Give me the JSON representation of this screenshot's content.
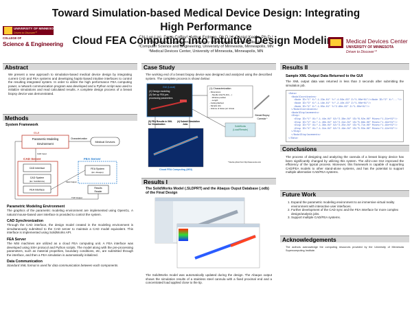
{
  "header": {
    "title_line1": "Toward Simulation-based Medical Device Design: Integrating High Performance",
    "title_line2": "Cloud FEA Computing into Intuitive Design Modeling",
    "authors": "Chi-Lun Lin¹, Dane Coffey², Arthur Erdman, Ph.D.¹,³, Daniel Keefe, Ph.D.²",
    "affil1": "¹Mechanical Engineering, University of Minnesota, Minneapolis, MN",
    "affil2": "²Computer Science and Engineering, University of Minnesota, Minneapolis, MN",
    "affil3": "³Medical Devices Center, University of Minnesota, Minneapolis, MN"
  },
  "logo_left": {
    "univ": "UNIVERSITY OF MINNESOTA",
    "tag": "Driven to Discover℠",
    "college": "COLLEGE OF",
    "college_name": "Science & Engineering"
  },
  "logo_right": {
    "center": "Medical Devices Center",
    "univ": "UNIVERSITY OF MINNESOTA",
    "tag": "Driven to Discover℠"
  },
  "abstract": {
    "heading": "Abstract",
    "text": "We present a new approach to simulation-based medical device design by integrating current CAD and FEA systems and developing haptic-based intuitive interfaces to control the resulting integrated system. In order to utilize the high performance FEA computing power, a network communication program was developed and a Python script was used to initialize simulations and read calculated results. A complete design process of a breast biopsy device was demonstrated."
  },
  "methods": {
    "heading": "Methods",
    "framework_label": "System Framework",
    "diagram": {
      "gui": "GUI",
      "pme": "Parametric Modeling Environment",
      "characterization": "Characterization",
      "medical_devices": "Medical Devices",
      "cad_server": "CAD Server",
      "fea_server": "FEA Server",
      "cad_interface": "CAD Interface",
      "cad_system": "CAD System (Ex: SolidWorks)",
      "fea_interface": "FEA Interface",
      "fea_system": "FEA System (Ex: Abaqus)",
      "results_reader": "Results Reader",
      "cad_input": "CAD Input",
      "fea_output": "FEA Output",
      "tcp_output": "TCP Output"
    },
    "pme_h": "Parametric Modeling Environment",
    "pme_t": "The graphics of the parametric modeling environment are implemented using OpenGL. A natural mouse-based user interface is provided to control the system.",
    "cad_h": "CAD Synchronization",
    "cad_t": "Through the CAD interface, the design model created in the modeling environment is simultaneously submitted to the CAD server to maintain a CAD model equivalent. This interface is implemented using SolidWorks API.",
    "fea_h": "FEA Server",
    "fea_t": "The MSI machines are utilized as a cloud FEA computing unit. A FEA interface was developed using SSH protocol and Python scripts. The model along with the pre-processing parameters, such as material properties, boundary conditions, etc, are submitted through the interface, and then a FEA simulation is automatically initialized.",
    "data_h": "Data Communication",
    "data_t": "Standard XML format is used for data communication between each components."
  },
  "case_study": {
    "heading": "Case Study",
    "text": "The working end of a breast biopsy device was designed and analyzed using the described system. The complete process is shown below:",
    "gui_label": "GUI (Local)",
    "step2": "(2) Design modeling",
    "step3": "(3) Set up FEA pre-processing parameters",
    "step1": "(1) Characterization",
    "char_items": "- Dimensions\n  - Needle size(7G,11G,...)\n  - Window position\n  - Length\n- Cutting Method\n- Sample size\n- Volume of tissue per minute",
    "cannula": "Breast Biopsy Cannula *",
    "step5": "(5) FEA Results in XML for Visualization",
    "step4": "(4) Submit Simulation Jobs",
    "solidworks": "SolidWorks (Local/Remote)",
    "cloud": "Cloud FEA Computing (MSI)",
    "footnote": "* Device photo from http://www.suros.com"
  },
  "results1": {
    "heading": "Results I",
    "caption": "The SolidWorks Model (.SLDPRT) and the Abaqus Ouput Database (.odb) of the Final Design",
    "text": "The SolidWorks model was automatically updated during the design. The Abaqus output shows the simulation results of a stainless steel cannula with a fixed proximal end and a concentrated load applied close to the tip."
  },
  "results2": {
    "heading": "Results II",
    "sub": "Sample XML Output Data Returned to the GUI",
    "text": "The XML output data was returned in less than 3 seconds after submitting the simulation job.",
    "xml": "<Data>\n  <NodalCoordinates>\n    <Node ID=\"1\" X=\"-1.23e-01\" Y=\"-4.56e-03\" Z=\"1.00e+01\"/><Node ID=\"2\" X=\"...\"/>\n    <Node ID=\"3\" X=\"-1.18e-01\" Y=\"-2.10e-03\" Z=\"1.00e+01\"/>\n    <Node ID=\"4\" X=\"-1.05e-01\" Y=\"2.60e-03\" Z=\"1.00e+01\"/>\n  </NodalCoordinates>\n  <NodalDisplacements>\n  <Step>\n    <Disp ID=\"1\" U1=\"-1.44e-04\" U2=\"2.38e-04\" U3=\"6.02e-06\" Mises=\"1.21e+02\"/>\n    <Disp ID=\"2\" U1=\"-1.40e-04\" U2=\"2.31e-04\" U3=\"5.88e-06\" Mises=\"1.19e+02\"/>\n    <Disp ID=\"3\" U1=\"-1.36e-04\" U2=\"2.25e-04\" U3=\"5.71e-06\" Mises=\"1.16e+02\"/>\n    <Disp ID=\"4\" U1=\"-1.31e-04\" U2=\"2.19e-04\" U3=\"5.55e-06\" Mises=\"1.12e+02\"/>\n  </Step>\n  </NodalDisplacements>\n</Data>"
  },
  "conclusions": {
    "heading": "Conclusions",
    "text": "The process of designing and analyzing the cannula of a breast biopsy device has been significantly changed by utilizing this system. The all-in-one GUI improved the efficiency of the typical process. Moreover, this framework is capable of supporting CAD/FEA models to other stand-alone systems, and has the potential to support multiple alternative CAD/FEA systems."
  },
  "future_work": {
    "heading": "Future Work",
    "items": [
      "Expand the parametric modeling environment to an immersive virtual reality environment with interactive user interfaces.",
      "Further development of the CAD sync and the FEA Interface for more complex design/analysis jobs.",
      "Support multiple CAD/FEA systems."
    ]
  },
  "ack": {
    "heading": "Acknowledgements",
    "text": "The authors acknowledge the computing resources provided by the University of Minnesota Supercomputing Institute."
  },
  "colors": {
    "maroon": "#7a0019",
    "gold": "#ffcc33",
    "diagram_red": "#c0392b",
    "diagram_blue": "#2a7fd0",
    "section_bg": "#d8d8d8"
  }
}
